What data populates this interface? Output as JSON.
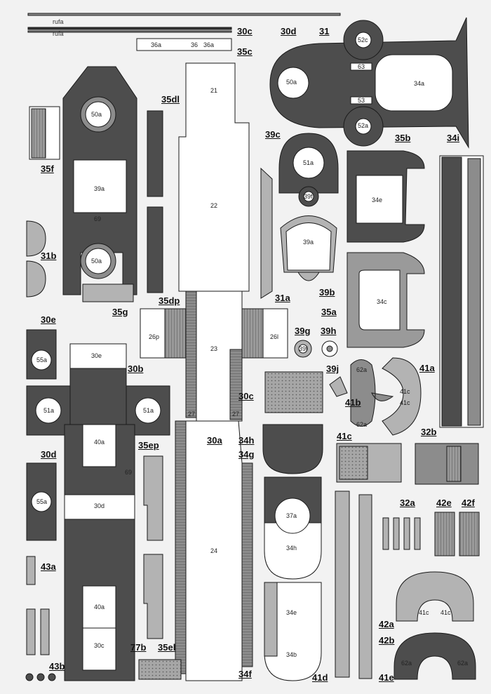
{
  "colors": {
    "paper": "#f2f2f2",
    "hull_dark": "#4d4d4d",
    "mid_grey": "#8c8c8c",
    "light_grey": "#b3b3b3",
    "stroke": "#1a1a1a"
  },
  "labels": {
    "rufa_1": "rufa",
    "rufa_2": "rufa",
    "l30c_top": "30c",
    "l30d_top": "30d",
    "l31": "31",
    "l35c": "35c",
    "l35dl": "35dl",
    "l35f": "35f",
    "l39c": "39c",
    "l35b": "35b",
    "l34i": "34i",
    "l31b": "31b",
    "l35g": "35g",
    "l35dp": "35dp",
    "l31a": "31a",
    "l39b": "39b",
    "l35a": "35a",
    "l30e": "30e",
    "l39g": "39g",
    "l39h": "39h",
    "l30b": "30b",
    "l39j": "39j",
    "l30c_mid": "30c",
    "l41a": "41a",
    "l41b": "41b",
    "l30a": "30a",
    "l34h": "34h",
    "l34g": "34g",
    "l41c": "41c",
    "l32b": "32b",
    "l35ep": "35ep",
    "l30d_mid": "30d",
    "l32a": "32a",
    "l42e": "42e",
    "l42f": "42f",
    "l43a": "43a",
    "l42a": "42a",
    "l42b": "42b",
    "l77b": "77b",
    "l35el": "35el",
    "l43b": "43b",
    "l34f": "34f",
    "l41d": "41d",
    "l41e": "41e"
  },
  "parts": {
    "p36a_1": "36a",
    "p36": "36",
    "p36a_2": "36a",
    "p52c": "52c",
    "p50a_top": "50a",
    "p63": "63",
    "p34a": "34a",
    "p53": "53",
    "p52a": "52a",
    "p21": "21",
    "p50a_1": "50a",
    "p39a_1": "39a",
    "p69": "69",
    "p50a_2": "50a",
    "p22": "22",
    "p51a_top": "51a",
    "p39f_top": "39f",
    "p34e_top": "34e",
    "p39a_2": "39a",
    "p34c": "34c",
    "p26p": "26p",
    "p23": "23",
    "p26l": "26l",
    "p39f_small": "39f",
    "p55a_1": "55a",
    "p30e": "30e",
    "p51a_l": "51a",
    "p51a_r": "51a",
    "p27_l": "27",
    "p27_r": "27",
    "p62a_1": "62a",
    "p62a_2": "62a",
    "p41c_1": "41c",
    "p41c_2": "41c",
    "p40a_1": "40a",
    "p69b": "69",
    "p55a_2": "55a",
    "p30d": "30d",
    "p24": "24",
    "p37a": "37a",
    "p34h": "34h",
    "p40a_2": "40a",
    "p34e": "34e",
    "p34b": "34b",
    "p30c": "30c",
    "p41c_3": "41c",
    "p41c_4": "41c",
    "p62a_3": "62a",
    "p62a_4": "62a"
  }
}
